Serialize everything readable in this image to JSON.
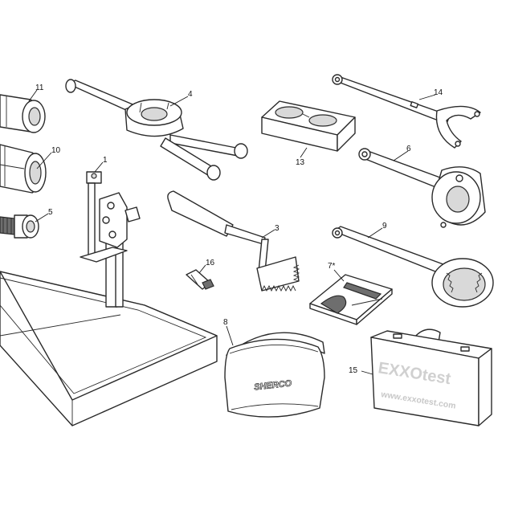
{
  "callouts": [
    {
      "id": "c1",
      "text": "1"
    },
    {
      "id": "c3",
      "text": "3"
    },
    {
      "id": "c4",
      "text": "4"
    },
    {
      "id": "c5",
      "text": "5"
    },
    {
      "id": "c6",
      "text": "6"
    },
    {
      "id": "c7",
      "text": "7*"
    },
    {
      "id": "c8",
      "text": "8"
    },
    {
      "id": "c9",
      "text": "9"
    },
    {
      "id": "c10",
      "text": "10"
    },
    {
      "id": "c11",
      "text": "11"
    },
    {
      "id": "c13",
      "text": "13"
    },
    {
      "id": "c14",
      "text": "14"
    },
    {
      "id": "c15",
      "text": "15"
    },
    {
      "id": "c16",
      "text": "16"
    }
  ],
  "bag": {
    "brand_text": "SHERCO"
  },
  "case": {
    "logo_text": "EXXOtest",
    "url_text": "www.exxotest.com"
  },
  "colors": {
    "line": "#2a2a2a",
    "background": "#ffffff",
    "light_grey": "#d9d9d9"
  }
}
